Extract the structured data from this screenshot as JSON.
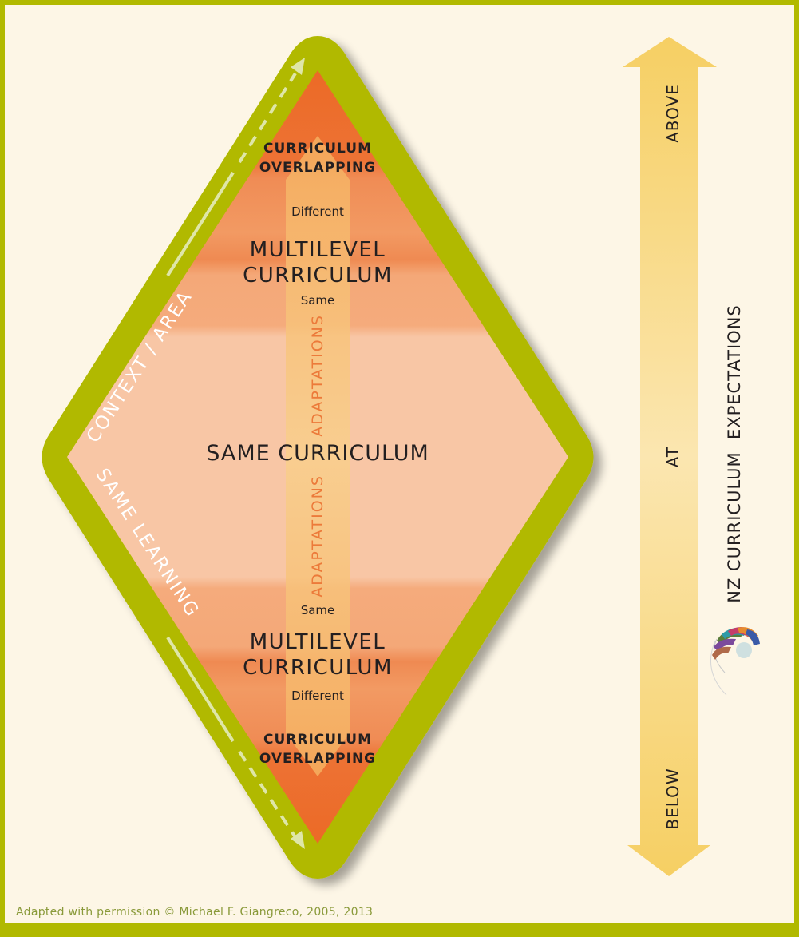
{
  "diagram": {
    "colors": {
      "border": "#b1b900",
      "background": "#fdf6e6",
      "diamond_outer": "#b1b900",
      "overlap_band": "#ec6c2a",
      "multilevel_band": "#f29a63",
      "same_band": "#f8c7a6",
      "adaptations_column": "#f5b865",
      "adaptations_text": "#ec7a3a",
      "expectations_arrow": "#f7d470",
      "text_dark": "#231f20",
      "footer_text": "#8a9a3a",
      "arrow_dashes": "#dfe6a8"
    },
    "side_label": {
      "text_lower": "SAME LEARNING",
      "text_upper": "CONTEXT / AREA"
    },
    "bands": [
      {
        "id": "top-overlap",
        "title_line1": "CURRICULUM",
        "title_line2": "OVERLAPPING"
      },
      {
        "id": "top-multilevel",
        "above": "Different",
        "title_line1": "MULTILEVEL",
        "title_line2": "CURRICULUM",
        "below": "Same"
      },
      {
        "id": "center",
        "title": "SAME CURRICULUM"
      },
      {
        "id": "bottom-multilevel",
        "above": "Same",
        "title_line1": "MULTILEVEL",
        "title_line2": "CURRICULUM",
        "below": "Different"
      },
      {
        "id": "bottom-overlap",
        "title_line1": "CURRICULUM",
        "title_line2": "OVERLAPPING"
      }
    ],
    "adaptations": {
      "upper": "ADAPTATIONS",
      "lower": "ADAPTATIONS"
    },
    "expectations_arrow": {
      "title": "NZ CURRICULUM  EXPECTATIONS",
      "top": "ABOVE",
      "middle": "AT",
      "bottom": "BELOW"
    },
    "logo": {
      "icon": "nz-curriculum-koru-logo"
    },
    "footer": "Adapted with permission © Michael F. Giangreco, 2005, 2013"
  }
}
